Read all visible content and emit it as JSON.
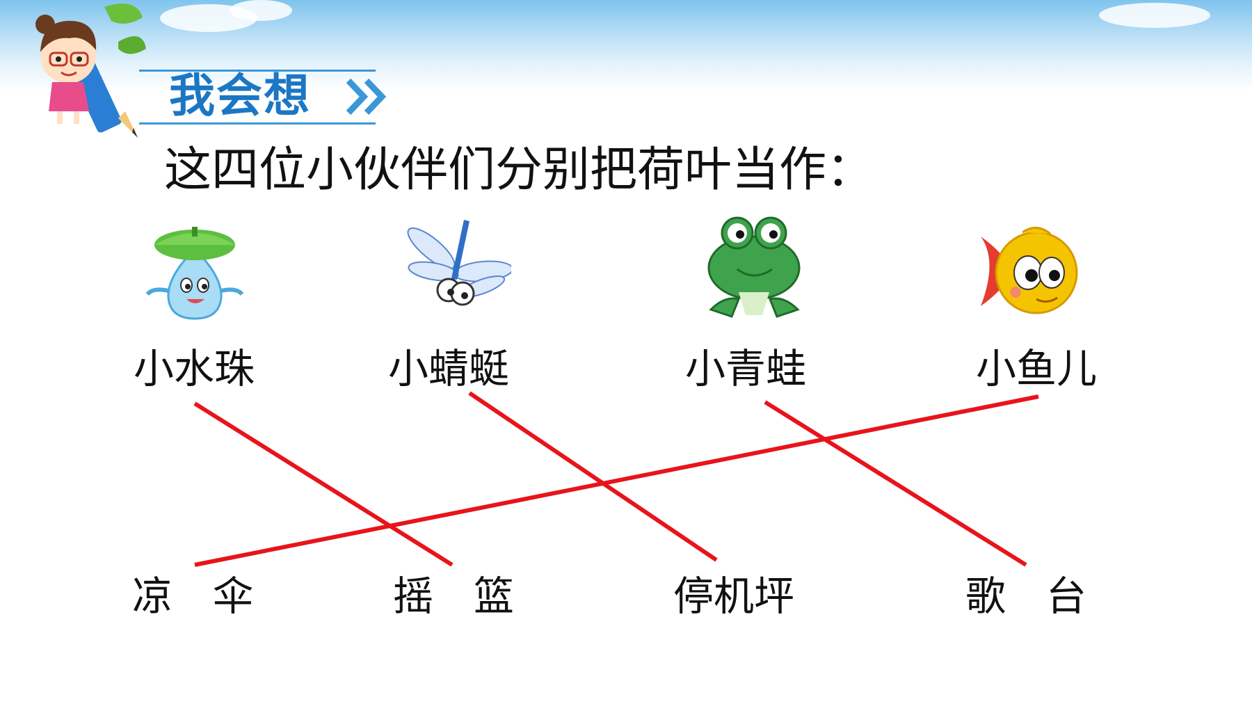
{
  "header": {
    "title": "我会想"
  },
  "question": "这四位小伙伴们分别把荷叶当作：",
  "characters": [
    {
      "label": "小水珠",
      "icon": "water-drop-icon"
    },
    {
      "label": "小蜻蜓",
      "icon": "dragonfly-icon"
    },
    {
      "label": "小青蛙",
      "icon": "frog-icon"
    },
    {
      "label": "小鱼儿",
      "icon": "fish-icon"
    }
  ],
  "answers": [
    {
      "label": "凉　伞"
    },
    {
      "label": "摇　篮"
    },
    {
      "label": "停机坪"
    },
    {
      "label": "歌　台"
    }
  ],
  "matches": [
    {
      "from": "小水珠",
      "to": "摇　篮"
    },
    {
      "from": "小蜻蜓",
      "to": "停机坪"
    },
    {
      "from": "小青蛙",
      "to": "歌　台"
    },
    {
      "from": "小鱼儿",
      "to": "凉　伞"
    }
  ],
  "colors": {
    "accent": "#1b77c4",
    "line": "#e8141b",
    "frog": "#3fa34d",
    "fish": "#f5c400"
  }
}
